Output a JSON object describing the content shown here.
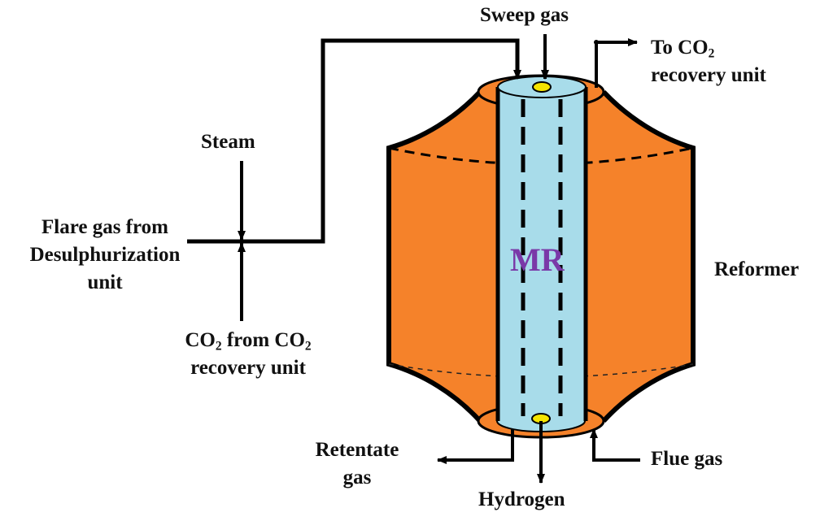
{
  "labels": {
    "sweep_gas": "Sweep gas",
    "to_co2_line1_pre": "To CO",
    "to_co2_line1_sub": "2",
    "to_co2_line2": "recovery unit",
    "steam": "Steam",
    "flare_line1": "Flare gas from",
    "flare_line2": "Desulphurization",
    "flare_line3": "unit",
    "co2_from_pre": "CO",
    "co2_from_sub1": "2",
    "co2_from_mid": " from CO",
    "co2_from_sub2": "2",
    "co2_from_line2": "recovery unit",
    "mr": "MR",
    "reformer": "Reformer",
    "retentate_line1": "Retentate",
    "retentate_line2": "gas",
    "flue_gas": "Flue gas",
    "hydrogen": "Hydrogen"
  },
  "colors": {
    "shell": "#F5822A",
    "tube": "#A8DCEA",
    "port": "#F5E400",
    "mr_text": "#7A39A8",
    "line": "#000000"
  }
}
